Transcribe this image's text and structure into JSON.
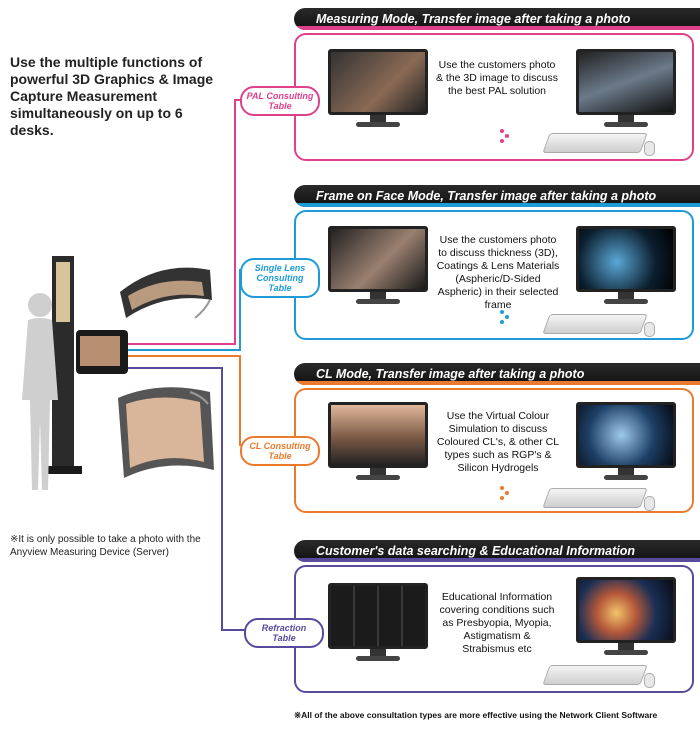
{
  "intro_text": "Use the multiple functions of powerful 3D Graphics & Image Capture Measurement simultaneously on up to 6 desks.",
  "note_text": "※It is only possible to take a photo with the Anyview Measuring Device (Server)",
  "footer_text": "※All of the above consultation types are more effective using the Network Client Software",
  "sections": [
    {
      "header": "Measuring Mode, Transfer image after taking a photo",
      "tag": "PAL Consulting Table",
      "text": "Use the customers photo & the 3D image to discuss the best PAL solution",
      "color": "#e0408a"
    },
    {
      "header": "Frame on Face Mode, Transfer image after taking a photo",
      "tag": "Single Lens Consulting Table",
      "text": "Use the customers photo to discuss thickness (3D), Coatings & Lens Materials (Aspheric/D-Sided Aspheric) in their selected frame",
      "color": "#1e9bd7"
    },
    {
      "header": "CL Mode, Transfer image after taking a photo",
      "tag": "CL Consulting Table",
      "text": "Use the Virtual Colour Simulation to discuss Coloured CL's, & other CL types such as RGP's & Silicon Hydrogels",
      "color": "#ec7a2c"
    },
    {
      "header": "Customer's data searching & Educational Information",
      "tag": "Refraction Table",
      "text": "Educational Information covering conditions such as Presbyopia, Myopia, Astigmatism & Strabismus etc",
      "color": "#5a4a9e"
    }
  ]
}
